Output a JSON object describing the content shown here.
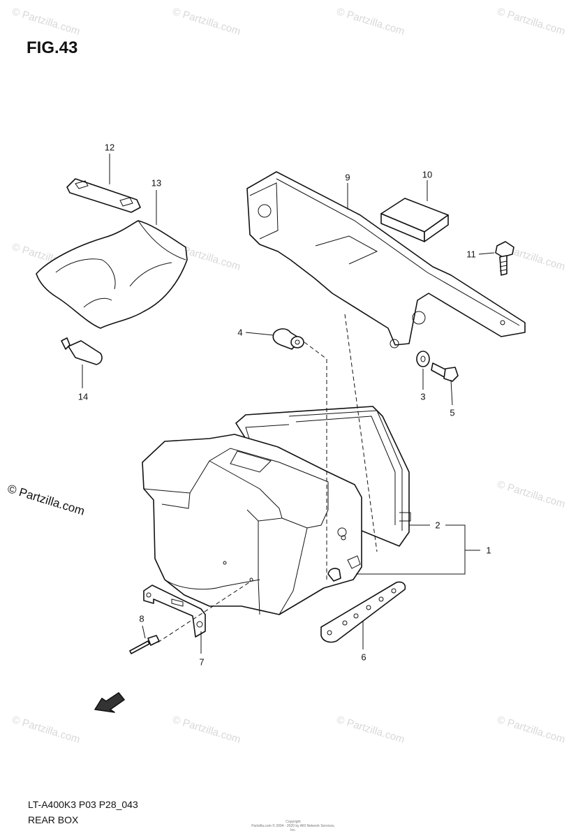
{
  "figure": {
    "title": "FIG.43"
  },
  "callouts": [
    {
      "id": "1",
      "label": "1"
    },
    {
      "id": "2",
      "label": "2"
    },
    {
      "id": "3",
      "label": "3"
    },
    {
      "id": "4",
      "label": "4"
    },
    {
      "id": "5",
      "label": "5"
    },
    {
      "id": "6",
      "label": "6"
    },
    {
      "id": "7",
      "label": "7"
    },
    {
      "id": "8",
      "label": "8"
    },
    {
      "id": "9",
      "label": "9"
    },
    {
      "id": "10",
      "label": "10"
    },
    {
      "id": "11",
      "label": "11"
    },
    {
      "id": "12",
      "label": "12"
    },
    {
      "id": "13",
      "label": "13"
    },
    {
      "id": "14",
      "label": "14"
    }
  ],
  "watermark": {
    "text": "© Partzilla.com"
  },
  "brand": {
    "text": "© Partzilla.com"
  },
  "direction_marker": {
    "label": "FWD"
  },
  "footer": {
    "code": "LT-A400K3 P03 P28_043",
    "caption": "REAR BOX"
  },
  "copyright": {
    "line1": "Copyright",
    "line2": "Partzilla.com © 2004 - 2020 by ARI Network Services, Inc."
  }
}
